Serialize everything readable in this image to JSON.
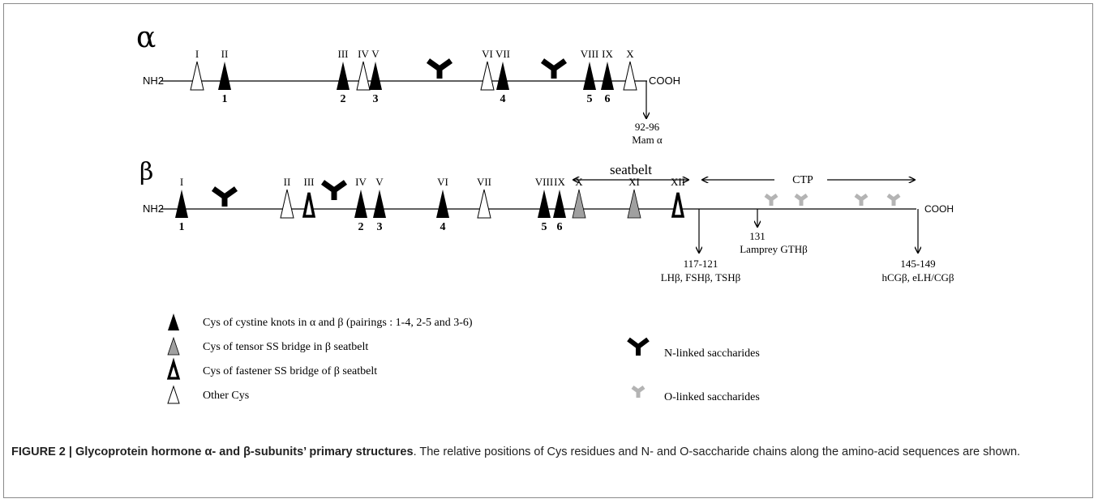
{
  "alpha": {
    "symbol": "α",
    "n_term": "NH2",
    "c_term": "COOH",
    "cys": [
      {
        "roman": "I",
        "type": "other"
      },
      {
        "roman": "II",
        "type": "knot",
        "knot": "1"
      },
      {
        "roman": "III",
        "type": "knot",
        "knot": "2"
      },
      {
        "roman": "IV",
        "type": "other"
      },
      {
        "roman": "V",
        "type": "knot",
        "knot": "3"
      },
      {
        "roman": "VI",
        "type": "other"
      },
      {
        "roman": "VII",
        "type": "knot",
        "knot": "4"
      },
      {
        "roman": "VIII",
        "type": "knot",
        "knot": "5"
      },
      {
        "roman": "IX",
        "type": "knot",
        "knot": "6"
      },
      {
        "roman": "X",
        "type": "other"
      }
    ],
    "end_annotation": {
      "line1": "92-96",
      "line2": "Mam α"
    }
  },
  "beta": {
    "symbol": "β",
    "n_term": "NH2",
    "c_term": "COOH",
    "cys": [
      {
        "roman": "I",
        "type": "knot",
        "knot": "1"
      },
      {
        "roman": "II",
        "type": "other"
      },
      {
        "roman": "III",
        "type": "fastener"
      },
      {
        "roman": "IV",
        "type": "knot",
        "knot": "2"
      },
      {
        "roman": "V",
        "type": "knot",
        "knot": "3"
      },
      {
        "roman": "VI",
        "type": "knot",
        "knot": "4"
      },
      {
        "roman": "VII",
        "type": "other"
      },
      {
        "roman": "VIII",
        "type": "knot",
        "knot": "5"
      },
      {
        "roman": "IX",
        "type": "knot",
        "knot": "6"
      },
      {
        "roman": "X",
        "type": "tensor"
      },
      {
        "roman": "XI",
        "type": "tensor"
      },
      {
        "roman": "XII",
        "type": "fastener"
      }
    ],
    "seatbelt_label": "seatbelt",
    "ctp_label": "CTP",
    "annotations": [
      {
        "line1": "117-121",
        "line2": "LHβ, FSHβ, TSHβ"
      },
      {
        "line1": "131",
        "line2": "Lamprey GTHβ"
      },
      {
        "line1": "145-149",
        "line2": "hCGβ, eLH/CGβ"
      }
    ]
  },
  "legend": {
    "knot": "Cys of cystine knots in α and β (pairings : 1-4, 2-5 and 3-6)",
    "tensor": "Cys of  tensor SS bridge in β seatbelt",
    "fastener": "Cys of  fastener SS bridge of β seatbelt",
    "other": "Other Cys",
    "n_linked": "N-linked saccharides",
    "o_linked": "O-linked saccharides"
  },
  "colors": {
    "black": "#000000",
    "gray": "#a0a0a0",
    "o_sugar": "#b4b4b4",
    "white": "#ffffff"
  },
  "caption": {
    "bold": "FIGURE 2 | Glycoprotein hormone α- and β-subunits’ primary structures",
    "text": ". The relative positions of Cys residues and N- and O-saccharide chains along the amino-acid sequences are shown."
  }
}
